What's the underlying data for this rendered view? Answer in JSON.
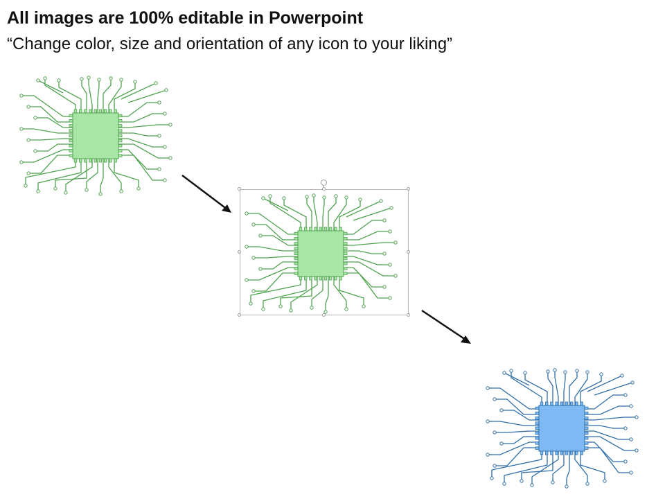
{
  "slide": {
    "title": "All images are 100% editable in Powerpoint",
    "subtitle": "“Change color, size and orientation of any icon to your liking”"
  },
  "icons": [
    {
      "name": "circuit-chip-icon",
      "line_color": "#4ea24e",
      "fill_color": "#a8e6a6",
      "state": "default"
    },
    {
      "name": "circuit-chip-icon",
      "line_color": "#4ea24e",
      "fill_color": "#a8e6a6",
      "state": "selected"
    },
    {
      "name": "circuit-chip-icon",
      "line_color": "#2f6ea8",
      "fill_color": "#7eb9f4",
      "state": "recolored"
    }
  ],
  "arrows": [
    {
      "name": "arrow-right-down-icon",
      "color": "#111111"
    },
    {
      "name": "arrow-right-down-icon",
      "color": "#111111"
    }
  ]
}
